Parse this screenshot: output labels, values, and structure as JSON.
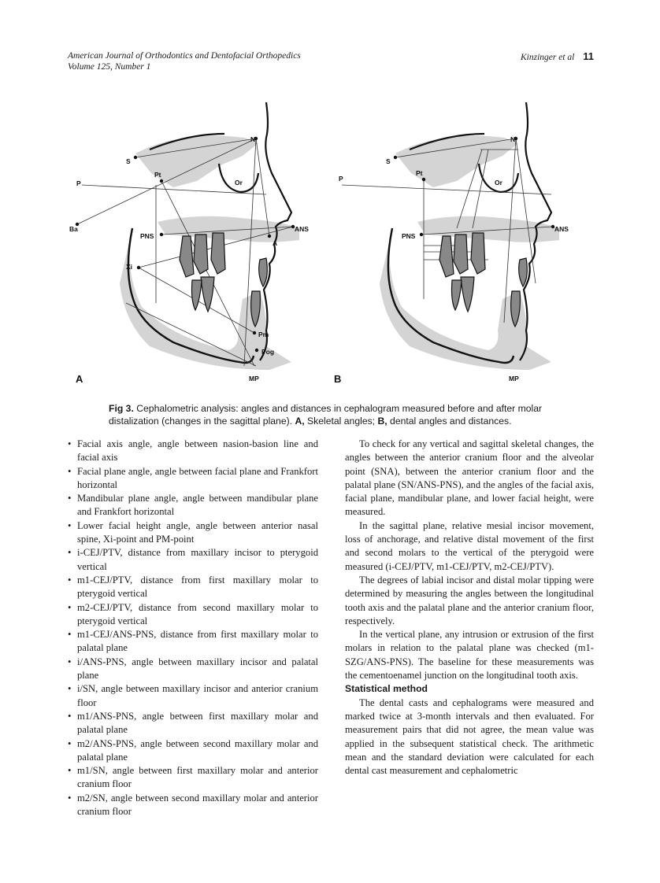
{
  "header": {
    "journal": "American Journal of Orthodontics and Dentofacial Orthopedics",
    "volume": "Volume 125, Number 1",
    "authors": "Kinzinger et al",
    "page": "11"
  },
  "figure": {
    "panel_a": "A",
    "panel_b": "B",
    "landmarks_a": [
      "N",
      "S",
      "Pt",
      "Or",
      "P",
      "Ba",
      "PNS",
      "ANS",
      "A",
      "Xi",
      "Pm",
      "Pog",
      "MP"
    ],
    "landmarks_b": [
      "N",
      "S",
      "Pt",
      "Or",
      "P",
      "PNS",
      "ANS",
      "MP"
    ]
  },
  "caption": {
    "label": "Fig 3.",
    "text1": " Cephalometric analysis: angles and distances in cephalogram measured before and after molar distalization (changes in the sagittal plane). ",
    "a": "A,",
    "text2": " Skeletal angles; ",
    "b": "B,",
    "text3": " dental angles and distances."
  },
  "left_list": [
    "Facial axis angle, angle between nasion-basion line and facial axis",
    "Facial plane angle, angle between facial plane and Frankfort horizontal",
    "Mandibular plane angle, angle between mandibular plane and Frankfort horizontal",
    "Lower facial height angle, angle between anterior nasal spine, Xi-point and PM-point",
    "i-CEJ/PTV, distance from maxillary incisor to pterygoid vertical",
    "m1-CEJ/PTV, distance from first maxillary molar to pterygoid vertical",
    "m2-CEJ/PTV, distance from second maxillary molar to pterygoid vertical",
    "m1-CEJ/ANS-PNS, distance from first maxillary molar to palatal plane",
    "i/ANS-PNS, angle between maxillary incisor and palatal plane",
    "i/SN, angle between maxillary incisor and anterior cranium floor",
    "m1/ANS-PNS, angle between first maxillary molar and palatal plane",
    "m2/ANS-PNS, angle between second maxillary molar and palatal plane",
    "m1/SN, angle between first maxillary molar and anterior cranium floor",
    "m2/SN, angle between second maxillary molar and anterior cranium floor"
  ],
  "right": {
    "p1": "To check for any vertical and sagittal skeletal changes, the angles between the anterior cranium floor and the alveolar point (SNA), between the anterior cranium floor and the palatal plane (SN/ANS-PNS), and the angles of the facial axis, facial plane, mandibular plane, and lower facial height, were measured.",
    "p2": "In the sagittal plane, relative mesial incisor movement, loss of anchorage, and relative distal movement of the first and second molars to the vertical of the pterygoid were measured (i-CEJ/PTV, m1-CEJ/PTV, m2-CEJ/PTV).",
    "p3": "The degrees of labial incisor and distal molar tipping were determined by measuring the angles between the longitudinal tooth axis and the palatal plane and the anterior cranium floor, respectively.",
    "p4": "In the vertical plane, any intrusion or extrusion of the first molars in relation to the palatal plane was checked (m1-SZG/ANS-PNS). The baseline for these measurements was the cementoenamel junction on the longitudinal tooth axis.",
    "heading": "Statistical method",
    "p5": "The dental casts and cephalograms were measured and marked twice at 3-month intervals and then evaluated. For measurement pairs that did not agree, the mean value was applied in the subsequent statistical check. The arithmetic mean and the standard deviation were calculated for each dental cast measurement and cephalometric"
  }
}
